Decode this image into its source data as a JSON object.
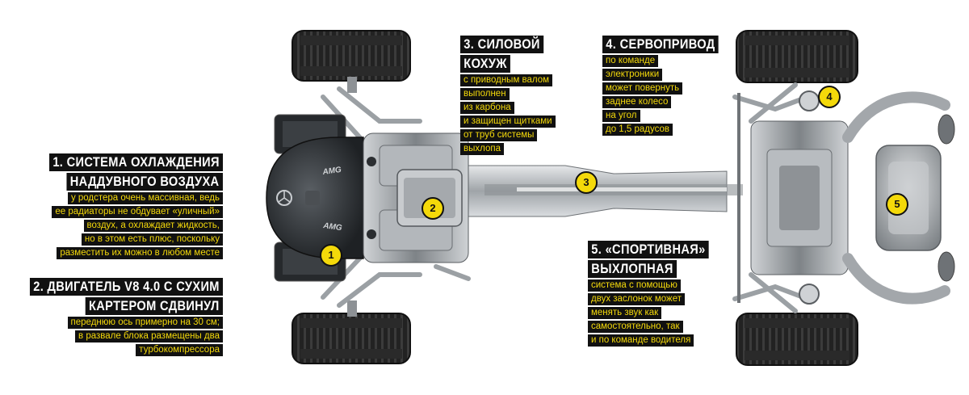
{
  "callouts": [
    {
      "num": "1",
      "title": [
        "1. СИСТЕМА ОХЛАЖДЕНИЯ",
        "НАДДУВНОГО ВОЗДУХА"
      ],
      "lines": [
        "у родстера очень массивная, ведь",
        "ее радиаторы не обдувает «уличный»",
        "воздух, а охлаждает жидкость,",
        "но в этом есть плюс, поскольку",
        "разместить их можно в любом месте"
      ]
    },
    {
      "num": "2",
      "title": [
        "2. ДВИГАТЕЛЬ V8 4.0 С СУХИМ",
        "КАРТЕРОМ СДВИНУЛ"
      ],
      "lines": [
        "переднюю ось примерно на 30 см;",
        "в развале блока размещены два",
        "турбокомпрессора"
      ]
    },
    {
      "num": "3",
      "title": [
        "3. СИЛОВОЙ",
        "КОХУЖ"
      ],
      "lines": [
        "с приводным валом",
        "выполнен",
        "из карбона",
        "и защищен щитками",
        "от труб системы",
        "выхлопа"
      ]
    },
    {
      "num": "4",
      "title": [
        "4. СЕРВОПРИВОД"
      ],
      "lines": [
        "по команде",
        "электроники",
        "может повернуть",
        "заднее колесо",
        "на угол",
        "до 1,5 радусов"
      ]
    },
    {
      "num": "5",
      "title": [
        "5. «СПОРТИВНАЯ»",
        "ВЫХЛОПНАЯ"
      ],
      "lines": [
        "система с помощью",
        "двух заслонок может",
        "менять звук как",
        "самостоятельно, так",
        "и по команде водителя"
      ]
    }
  ],
  "engine_cover_text": [
    "AMG",
    "AMG"
  ],
  "colors": {
    "label_bg": "#111111",
    "title_text": "#ffffff",
    "body_text": "#f4d90a",
    "marker": "#f4d90a"
  }
}
